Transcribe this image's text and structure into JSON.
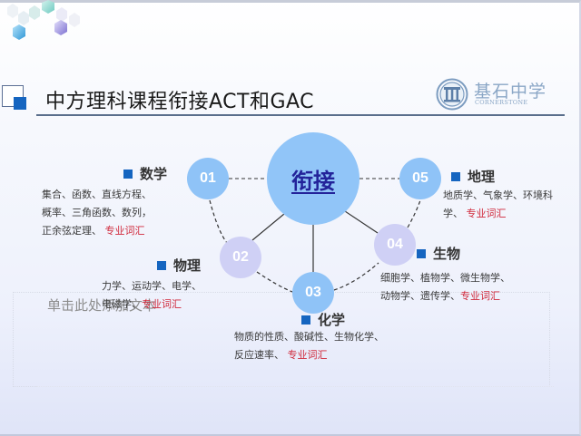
{
  "slide": {
    "title": "中方理科课程衔接ACT和GAC",
    "logo": {
      "name_cn": "基石中学",
      "name_en": "CORNERSTONE",
      "icon": "pillar-emblem-icon"
    },
    "placeholder": "单击此处添加文本"
  },
  "diagram": {
    "hub": {
      "label": "衔接",
      "color": "#91c5f8"
    },
    "nodes": [
      {
        "id": "01",
        "color": "#8fc3f7"
      },
      {
        "id": "02",
        "color": "#cfd0f5"
      },
      {
        "id": "03",
        "color": "#8fc3f7"
      },
      {
        "id": "04",
        "color": "#cfd0f5"
      },
      {
        "id": "05",
        "color": "#8fc3f7"
      }
    ],
    "topics": [
      {
        "node": "01",
        "name": "数学",
        "lines": [
          "集合、函数、直线方程、",
          "概率、三角函数、数列，",
          "正余弦定理、"
        ],
        "highlight": "专业词汇"
      },
      {
        "node": "02",
        "name": "物理",
        "lines": [
          "力学、运动学、电学、",
          "电磁学、"
        ],
        "highlight": "专业词汇"
      },
      {
        "node": "03",
        "name": "化学",
        "lines": [
          "物质的性质、酸碱性、生物化学、",
          "反应速率、"
        ],
        "highlight": "专业词汇"
      },
      {
        "node": "04",
        "name": "生物",
        "lines": [
          "细胞学、植物学、微生物学、",
          "动物学、遗传学、"
        ],
        "highlight": "专业词汇"
      },
      {
        "node": "05",
        "name": "地理",
        "lines": [
          "地质学、气象学、环境科",
          "学、"
        ],
        "highlight": "专业词汇"
      }
    ]
  },
  "colors": {
    "accent_blue": "#1565c0",
    "highlight_red": "#d0283a",
    "hub_text": "#23239a"
  }
}
